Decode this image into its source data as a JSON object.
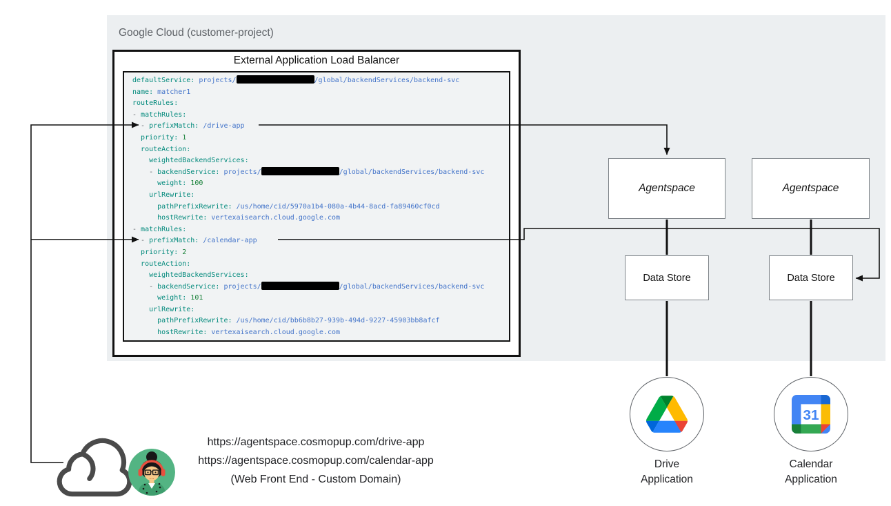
{
  "panel": {
    "label": "Google Cloud (customer-project)"
  },
  "load_balancer": {
    "title": "External Application Load Balancer",
    "config_lines": [
      [
        [
          "key",
          "defaultService:"
        ],
        [
          "val",
          " projects/"
        ],
        [
          "redacted",
          ""
        ],
        [
          "val",
          "/global/backendServices/backend-svc"
        ]
      ],
      [
        [
          "key",
          "name:"
        ],
        [
          "val",
          " matcher1"
        ]
      ],
      [
        [
          "key",
          "routeRules:"
        ]
      ],
      [
        [
          "plain",
          "- "
        ],
        [
          "key",
          "matchRules:"
        ]
      ],
      [
        [
          "plain",
          "  - "
        ],
        [
          "key",
          "prefixMatch:"
        ],
        [
          "val",
          " /drive-app"
        ]
      ],
      [
        [
          "plain",
          "  "
        ],
        [
          "key",
          "priority:"
        ],
        [
          "num",
          " 1"
        ]
      ],
      [
        [
          "plain",
          "  "
        ],
        [
          "key",
          "routeAction:"
        ]
      ],
      [
        [
          "plain",
          "    "
        ],
        [
          "key",
          "weightedBackendServices:"
        ]
      ],
      [
        [
          "plain",
          "    - "
        ],
        [
          "key",
          "backendService:"
        ],
        [
          "val",
          " projects/"
        ],
        [
          "redacted",
          ""
        ],
        [
          "val",
          "/global/backendServices/backend-svc"
        ]
      ],
      [
        [
          "plain",
          "      "
        ],
        [
          "key",
          "weight:"
        ],
        [
          "num",
          " 100"
        ]
      ],
      [
        [
          "plain",
          "    "
        ],
        [
          "key",
          "urlRewrite:"
        ]
      ],
      [
        [
          "plain",
          "      "
        ],
        [
          "key",
          "pathPrefixRewrite:"
        ],
        [
          "val",
          " /us/home/cid/5970a1b4-080a-4b44-8acd-fa89460cf0cd"
        ]
      ],
      [
        [
          "plain",
          "      "
        ],
        [
          "key",
          "hostRewrite:"
        ],
        [
          "val",
          " vertexaisearch.cloud.google.com"
        ]
      ],
      [
        [
          "plain",
          "- "
        ],
        [
          "key",
          "matchRules:"
        ]
      ],
      [
        [
          "plain",
          "  - "
        ],
        [
          "key",
          "prefixMatch:"
        ],
        [
          "val",
          " /calendar-app"
        ]
      ],
      [
        [
          "plain",
          "  "
        ],
        [
          "key",
          "priority:"
        ],
        [
          "num",
          " 2"
        ]
      ],
      [
        [
          "plain",
          "  "
        ],
        [
          "key",
          "routeAction:"
        ]
      ],
      [
        [
          "plain",
          "    "
        ],
        [
          "key",
          "weightedBackendServices:"
        ]
      ],
      [
        [
          "plain",
          "    - "
        ],
        [
          "key",
          "backendService:"
        ],
        [
          "val",
          " projects/"
        ],
        [
          "redacted",
          ""
        ],
        [
          "val",
          "/global/backendServices/backend-svc"
        ]
      ],
      [
        [
          "plain",
          "      "
        ],
        [
          "key",
          "weight:"
        ],
        [
          "num",
          " 101"
        ]
      ],
      [
        [
          "plain",
          "    "
        ],
        [
          "key",
          "urlRewrite:"
        ]
      ],
      [
        [
          "plain",
          "      "
        ],
        [
          "key",
          "pathPrefixRewrite:"
        ],
        [
          "val",
          " /us/home/cid/bb6b8b27-939b-494d-9227-45903bb8afcf"
        ]
      ],
      [
        [
          "plain",
          "      "
        ],
        [
          "key",
          "hostRewrite:"
        ],
        [
          "val",
          " vertexaisearch.cloud.google.com"
        ]
      ]
    ]
  },
  "nodes": {
    "agentspace_left": {
      "label": "Agentspace"
    },
    "agentspace_right": {
      "label": "Agentspace"
    },
    "datastore_left": {
      "label": "Data Store"
    },
    "datastore_right": {
      "label": "Data Store"
    }
  },
  "apps": {
    "drive": {
      "name_line1": "Drive",
      "name_line2": "Application"
    },
    "calendar": {
      "name_line1": "Calendar",
      "name_line2": "Application",
      "calendar_day": "31"
    }
  },
  "frontend": {
    "url_drive": "https://agentspace.cosmopup.com/drive-app",
    "url_calendar": "https://agentspace.cosmopup.com/calendar-app",
    "caption": "(Web Front End - Custom Domain)"
  },
  "colors": {
    "panel_bg": "#eceff1",
    "code_bg": "#f1f3f4",
    "code_key": "#00897b",
    "code_value": "#4273c9",
    "code_number": "#188038",
    "connector": "#111111",
    "label_gray": "#5f6368"
  },
  "icons": [
    "cloud-outline-icon",
    "user-avatar",
    "google-drive-icon",
    "google-calendar-icon"
  ]
}
